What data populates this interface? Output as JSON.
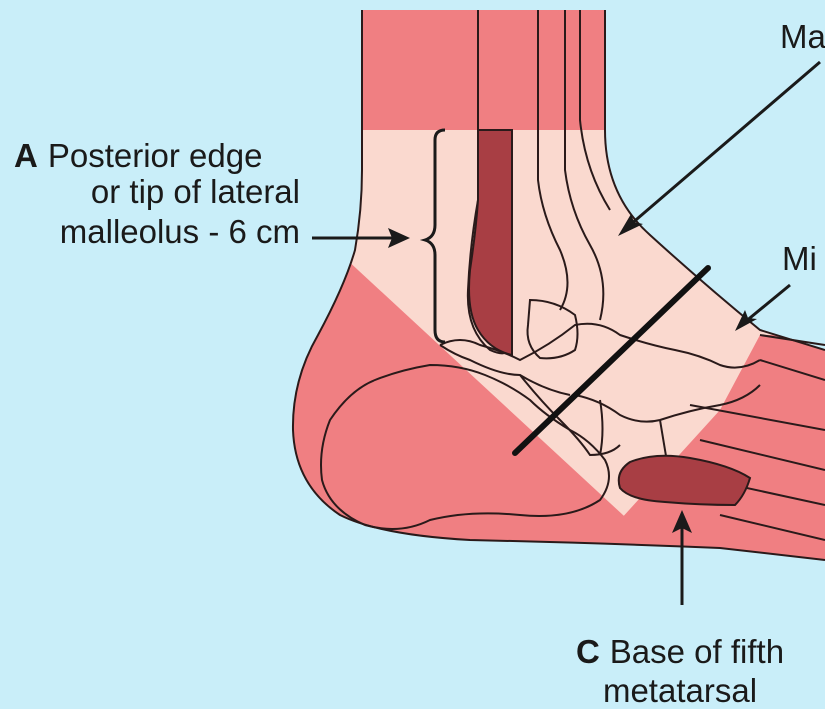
{
  "colors": {
    "background": "#c9eef9",
    "skin_dark": "#f07f82",
    "skin_light": "#fad9cf",
    "malleolus_highlight": "#a83e44",
    "outline": "#2a1a1a"
  },
  "labels": {
    "a_letter": "A",
    "a_line1": "Posterior edge",
    "a_line2": "or tip of lateral",
    "a_line3": "malleolus - 6 cm",
    "c_letter": "C",
    "c_line1": "Base of fifth",
    "c_line2": "metatarsal",
    "top_right_cut": "Ma",
    "mid_right_cut": "Mi"
  }
}
